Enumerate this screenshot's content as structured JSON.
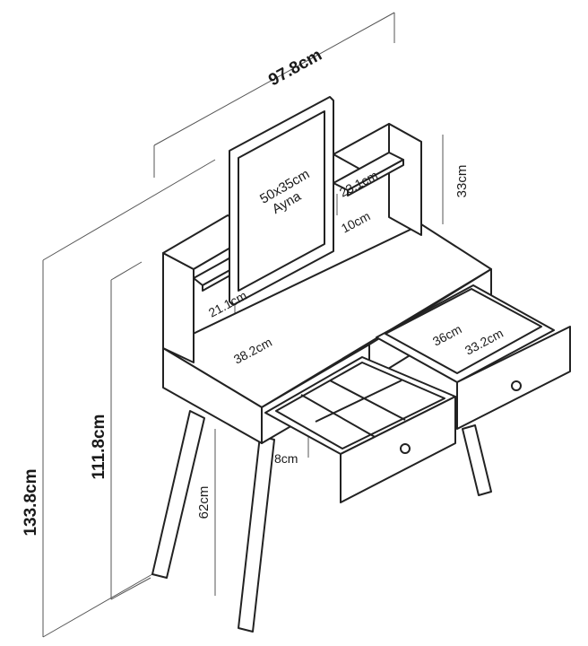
{
  "dimensions": {
    "total_width": "97.8cm",
    "total_height": "133.8cm",
    "table_height": "111.8cm",
    "leg_height": "62cm",
    "mirror_size": "50x35cm",
    "mirror_label": "Ayna",
    "hutch_height": "33cm",
    "shelf_width_right": "23.1cm",
    "shelf_gap_right": "10cm",
    "shelf_gap_left": "21.1cm",
    "inner_depth": "38.2cm",
    "drawer_width": "36cm",
    "drawer_depth": "33.2cm",
    "drawer_height": "8cm"
  },
  "colors": {
    "line": "#222222",
    "dimension_line": "#555555",
    "background": "#ffffff"
  }
}
